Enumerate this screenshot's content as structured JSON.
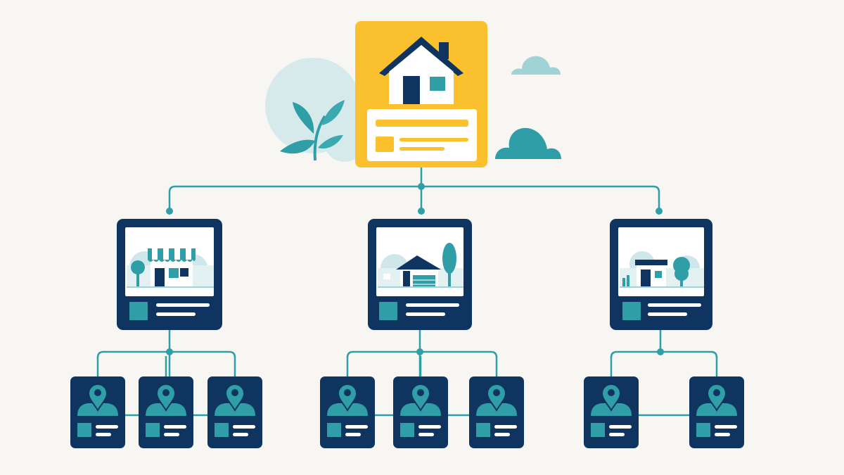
{
  "colors": {
    "background": "#f8f6f2",
    "navy": "#0f3460",
    "teal": "#2f9ea6",
    "teal_light": "#9fd3d6",
    "teal_pale": "#cfe7ea",
    "yellow": "#fbc02d",
    "white": "#ffffff"
  },
  "root": {
    "name": "root-home-card",
    "icon": "house-icon"
  },
  "branches": [
    {
      "name": "branch-card-store",
      "icon": "storefront-icon",
      "children": 3
    },
    {
      "name": "branch-card-house",
      "icon": "house-garage-icon",
      "children": 3
    },
    {
      "name": "branch-card-building",
      "icon": "small-building-icon",
      "children": 2
    }
  ],
  "leaf_icon": "location-pin-icon",
  "decorations": [
    "plant-icon",
    "cloud-icon",
    "cloud-icon"
  ]
}
